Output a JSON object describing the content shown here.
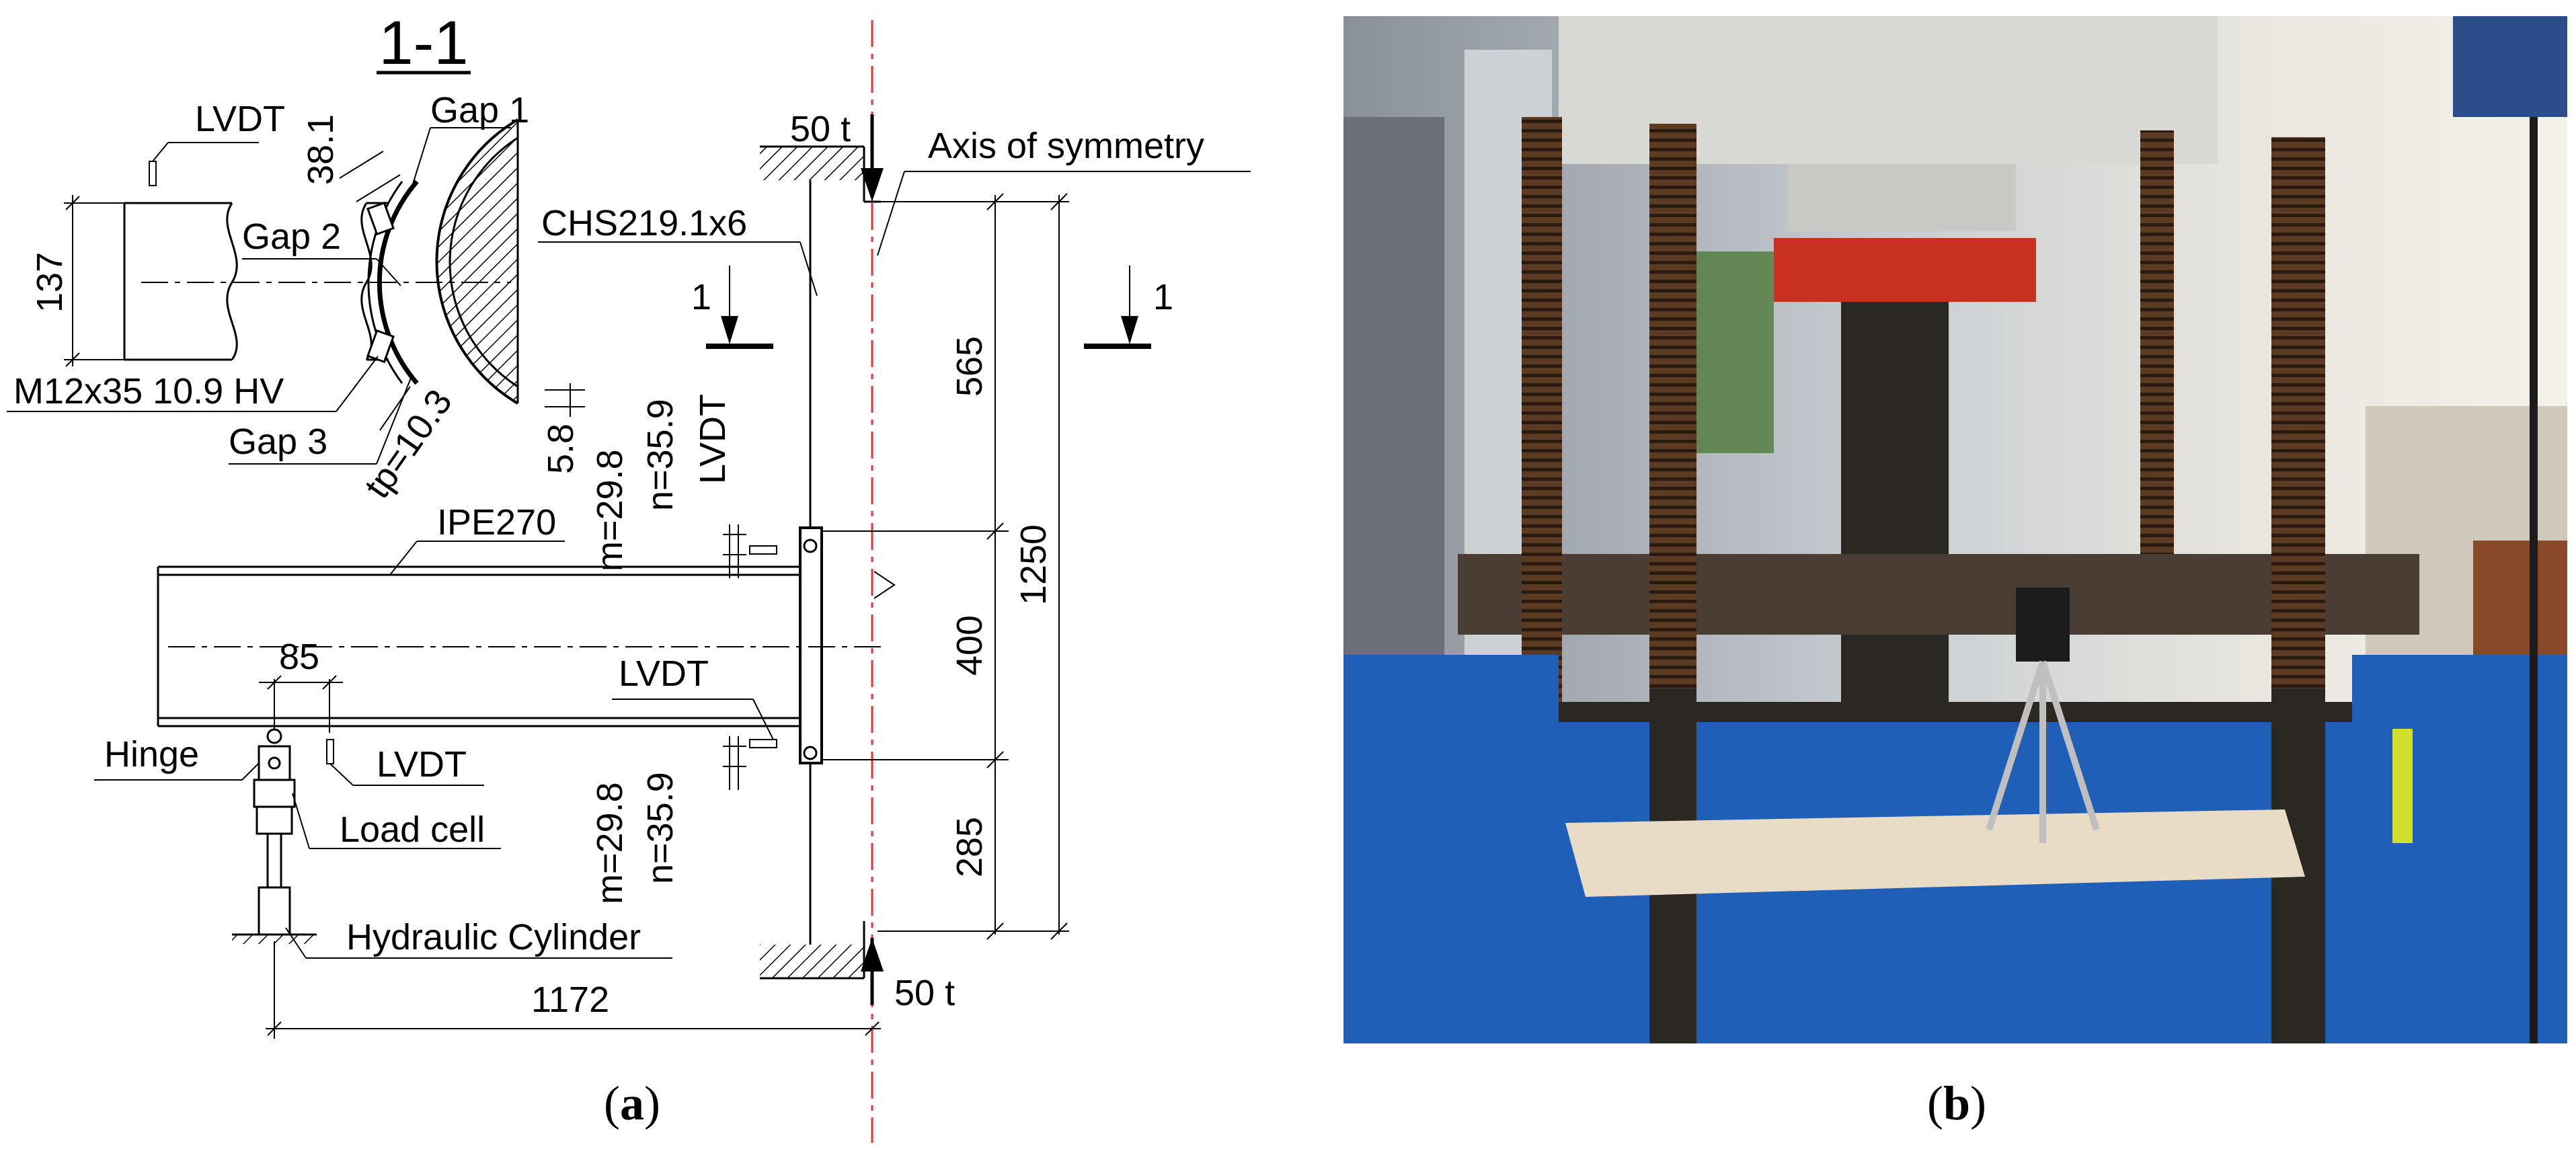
{
  "drawing": {
    "section_title": "1-1",
    "labels": {
      "lvdt_top": "LVDT",
      "gap1": "Gap 1",
      "gap2": "Gap 2",
      "gap3": "Gap 3",
      "dim_38_1": "38.1",
      "dim_137": "137",
      "bolt": "M12x35 10.9 HV",
      "tp": "tp=10.3",
      "dim_5_8": "5.8",
      "load_top": "50 t",
      "load_bottom": "50 t",
      "axis": "Axis of symmetry",
      "chs": "CHS219.1x6",
      "section_mark_left": "1",
      "section_mark_right": "1",
      "dim_565": "565",
      "dim_1250": "1250",
      "dim_400": "400",
      "dim_285": "285",
      "m_upper": "m=29.8",
      "n_upper": "n=35.9",
      "lvdt_upper": "LVDT",
      "ipe": "IPE270",
      "dim_85": "85",
      "lvdt_lower": "LVDT",
      "hinge": "Hinge",
      "lvdt_hinge": "LVDT",
      "load_cell": "Load cell",
      "m_lower": "m=29.8",
      "n_lower": "n=35.9",
      "hydraulic": "Hydraulic Cylinder",
      "dim_1172": "1172"
    }
  },
  "captions": {
    "a_open": "(",
    "a_letter": "a",
    "a_close": ")",
    "b_open": "(",
    "b_letter": "b",
    "b_close": ")"
  },
  "colors": {
    "line": "#000000",
    "axis": "#e8313a",
    "frame_blue": "#1f5fb8",
    "plate_red": "#c8311f"
  }
}
